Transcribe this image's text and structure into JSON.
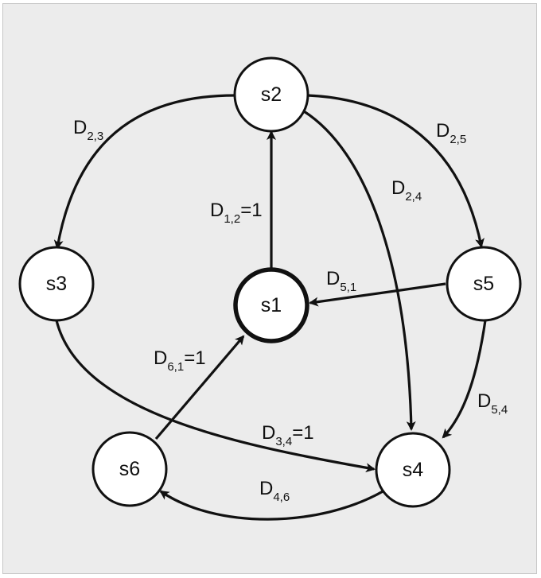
{
  "nodes": [
    {
      "id": "s1",
      "label": "s1",
      "emphasis": true
    },
    {
      "id": "s2",
      "label": "s2"
    },
    {
      "id": "s3",
      "label": "s3"
    },
    {
      "id": "s4",
      "label": "s4"
    },
    {
      "id": "s5",
      "label": "s5"
    },
    {
      "id": "s6",
      "label": "s6"
    }
  ],
  "edges": [
    {
      "from": "s1",
      "to": "s2",
      "label_main": "D",
      "label_sub": "1,2",
      "label_suffix": "=1"
    },
    {
      "from": "s2",
      "to": "s3",
      "label_main": "D",
      "label_sub": "2,3",
      "label_suffix": ""
    },
    {
      "from": "s2",
      "to": "s5",
      "label_main": "D",
      "label_sub": "2,5",
      "label_suffix": ""
    },
    {
      "from": "s2",
      "to": "s4",
      "label_main": "D",
      "label_sub": "2,4",
      "label_suffix": ""
    },
    {
      "from": "s5",
      "to": "s1",
      "label_main": "D",
      "label_sub": "5,1",
      "label_suffix": ""
    },
    {
      "from": "s6",
      "to": "s1",
      "label_main": "D",
      "label_sub": "6,1",
      "label_suffix": "=1"
    },
    {
      "from": "s5",
      "to": "s4",
      "label_main": "D",
      "label_sub": "5,4",
      "label_suffix": ""
    },
    {
      "from": "s3",
      "to": "s4",
      "label_main": "D",
      "label_sub": "3,4",
      "label_suffix": "=1"
    },
    {
      "from": "s4",
      "to": "s6",
      "label_main": "D",
      "label_sub": "4,6",
      "label_suffix": ""
    }
  ],
  "colors": {
    "stroke": "#111111",
    "node_fill": "#ffffff",
    "background": "#ececec"
  }
}
